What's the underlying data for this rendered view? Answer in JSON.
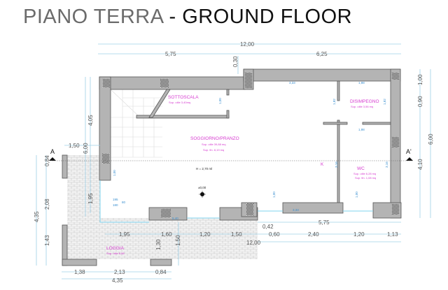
{
  "title": {
    "italian": "PIANO TERRA",
    "english": "- GROUND FLOOR"
  },
  "dimensions": {
    "top_total": "12,00",
    "top_left": "5,75",
    "top_right": "6,25",
    "step": "0,30",
    "left_150": "1,50",
    "left_600": "6,00",
    "left_405": "4,05",
    "left_195": "1,95",
    "left_084": "0,84",
    "left_208": "2,08",
    "left_435": "4,35",
    "left_143": "1,43",
    "loggia_130": "1,30",
    "loggia_150": "1,50",
    "right_100": "1,00",
    "right_090": "0,90",
    "right_600": "6,00",
    "right_410": "4,10",
    "bottom_575": "5,75",
    "bottom_042": "0,42",
    "bottom_row": [
      "1,95",
      "1,60",
      "1,20",
      "1,50",
      "0,60",
      "2,40",
      "1,20",
      "1,13"
    ],
    "bottom_total": "12,00",
    "loggia_row": [
      "1,38",
      "2,13",
      "0,84"
    ],
    "loggia_total": "4,35"
  },
  "small_dims": [
    "3,33",
    "1,98",
    "1,00",
    "1,82",
    "1,82",
    "1,98",
    "3,16",
    "3,16",
    "3,33",
    "5,40",
    "195",
    "180",
    "80",
    "1,00",
    "1,00",
    "1,00"
  ],
  "section": {
    "left": "A",
    "right": "A'"
  },
  "rooms": {
    "sottoscala": {
      "name": "SOTTOSCALA",
      "area": "Sup. utile 3,40mq"
    },
    "disimpegno": {
      "name": "DISIMPEGNO",
      "area": "Sup. utile 3,56 mq"
    },
    "soggiorno": {
      "name": "SOGGIORNO/PRANZO",
      "area": "Sup. utile 39,88 mq",
      "fin": "Sup. fin. 8,19 mq"
    },
    "height": "H = 2,70 ml",
    "kitchen": "K",
    "wc": {
      "name": "WC",
      "area": "Sup. utile 6,28 mq",
      "fin": "Sup. fin. 1,08 mq"
    },
    "loggia": {
      "name": "LOGGIA",
      "area": "Sup. utile 8,58"
    },
    "level": "±0,00"
  }
}
